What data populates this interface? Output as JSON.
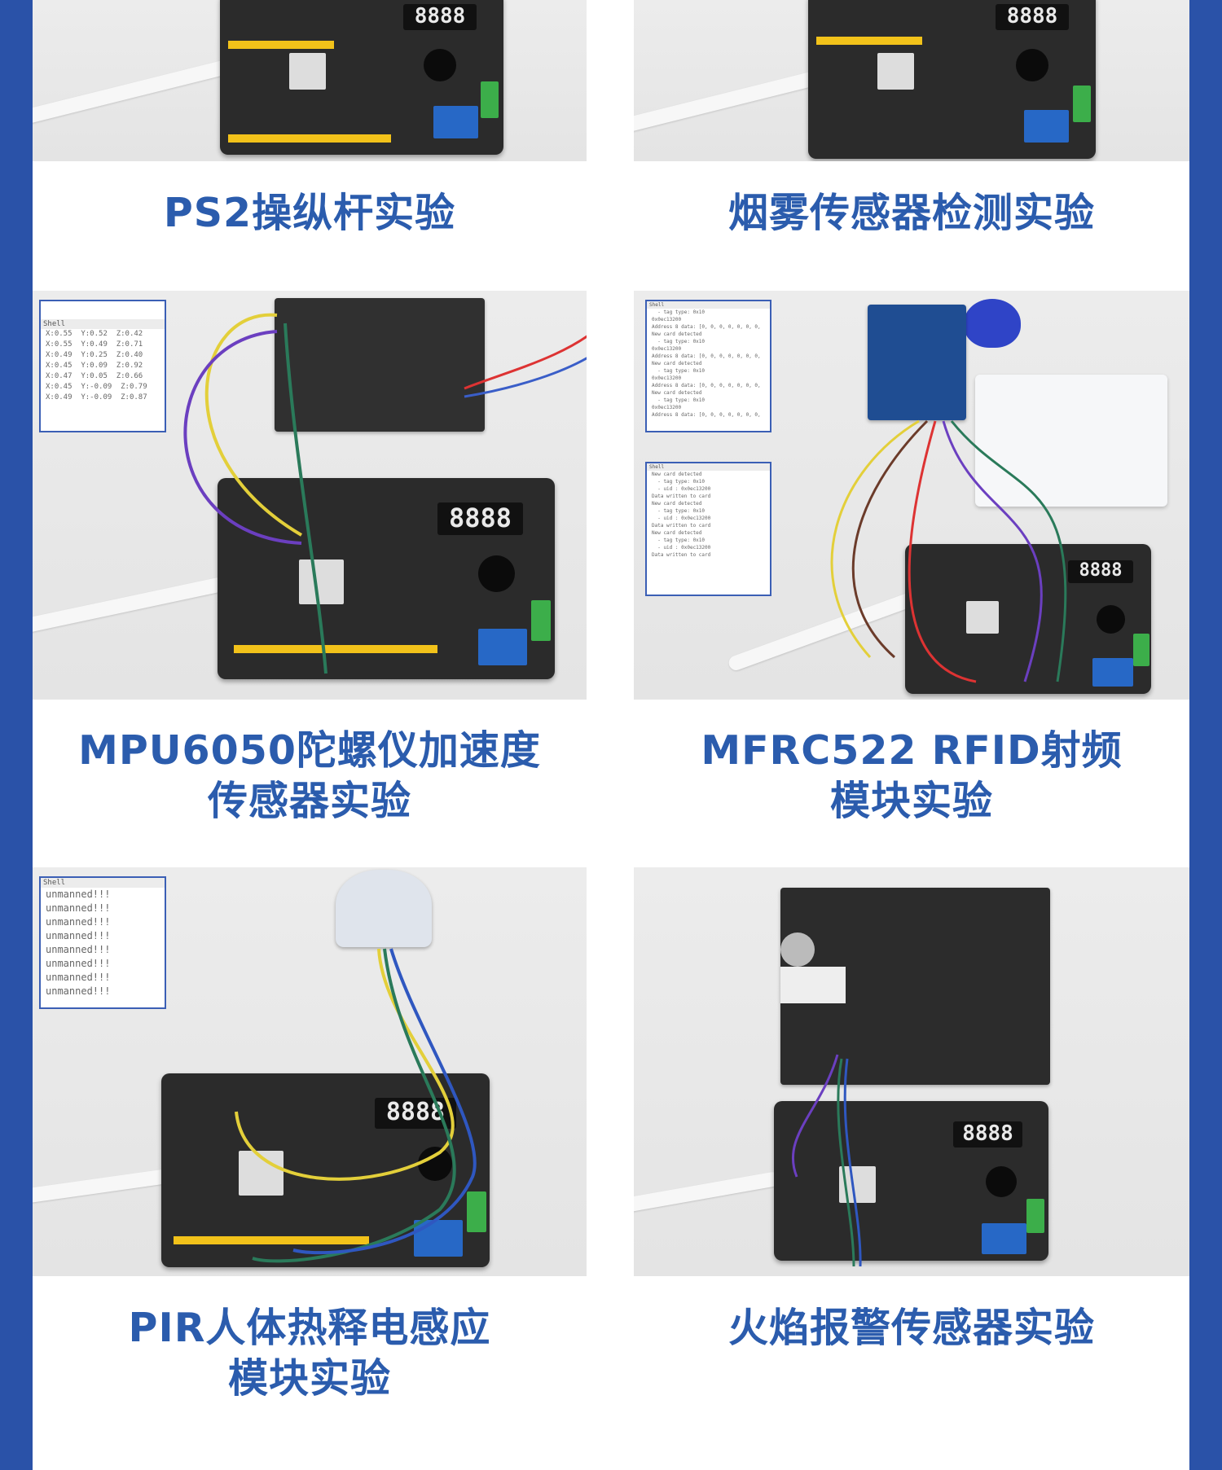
{
  "colors": {
    "frame": "#2a52a8",
    "label": "#2b5cad"
  },
  "experiments": [
    {
      "title_lines": [
        "PS2操纵杆实验"
      ],
      "display": "8888"
    },
    {
      "title_lines": [
        "烟雾传感器检测实验"
      ],
      "display": "8888"
    },
    {
      "title_lines": [
        "MPU6050陀螺仪加速度",
        "传感器实验"
      ],
      "display": "8888",
      "shell": {
        "tab": "Shell",
        "lines": [
          "X:0.55  Y:0.52  Z:0.42",
          "X:0.55  Y:0.49  Z:0.71",
          "X:0.49  Y:0.25  Z:0.40",
          "X:0.45  Y:0.09  Z:0.92",
          "X:0.47  Y:0.05  Z:0.66",
          "X:0.45  Y:-0.09  Z:0.79",
          "X:0.49  Y:-0.09  Z:0.87"
        ]
      }
    },
    {
      "title_lines": [
        "MFRC522 RFID射频",
        "模块实验"
      ],
      "display": "8888",
      "shell_top": {
        "tab": "Shell",
        "lines": [
          "  - tag type: 0x10",
          "0x0ec13200",
          "Address 8 data: [0, 0, 0, 0, 0, 0, 0,",
          "New card detected",
          "  - tag type: 0x10",
          "0x0ec13200",
          "Address 8 data: [0, 0, 0, 0, 0, 0, 0,",
          "New card detected",
          "  - tag type: 0x10",
          "0x0ec13200",
          "Address 8 data: [0, 0, 0, 0, 0, 0, 0,",
          "New card detected",
          "  - tag type: 0x10",
          "0x0ec13200",
          "Address 8 data: [0, 0, 0, 0, 0, 0, 0,"
        ]
      },
      "shell_bottom": {
        "tab": "Shell",
        "lines": [
          "New card detected",
          "  - tag type: 0x10",
          "  - uid : 0x0ec13200",
          "",
          "Data written to card",
          "New card detected",
          "  - tag type: 0x10",
          "  - uid : 0x0ec13200",
          "",
          "Data written to card",
          "New card detected",
          "  - tag type: 0x10",
          "  - uid : 0x0ec13200",
          "",
          "Data written to card"
        ]
      }
    },
    {
      "title_lines": [
        "PIR人体热释电感应",
        "模块实验"
      ],
      "display": "8888",
      "shell": {
        "tab": "Shell",
        "lines": [
          "unmanned!!!",
          "unmanned!!!",
          "unmanned!!!",
          "unmanned!!!",
          "unmanned!!!",
          "unmanned!!!",
          "unmanned!!!",
          "unmanned!!!"
        ]
      }
    },
    {
      "title_lines": [
        "火焰报警传感器实验"
      ],
      "display": "8888"
    }
  ]
}
